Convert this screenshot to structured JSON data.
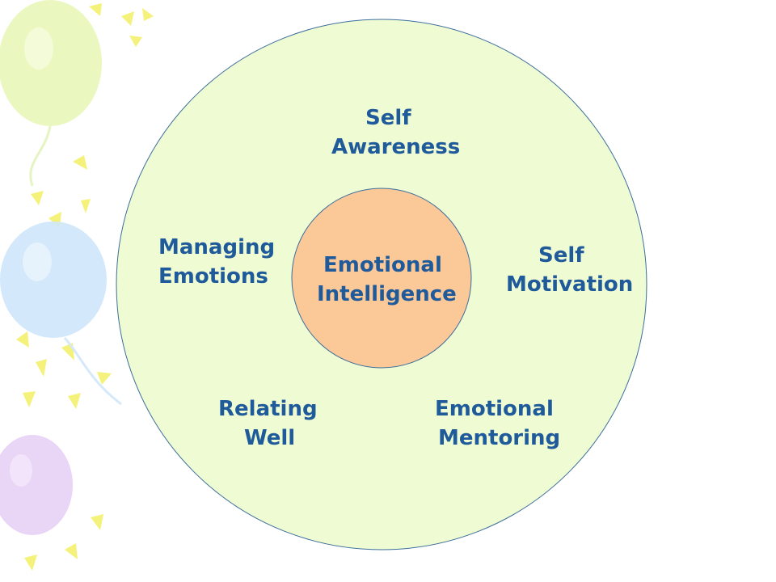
{
  "colors": {
    "outer_circle": "#effbd3",
    "inner_circle": "#fbc898",
    "text": "#1f5a9a",
    "circle_stroke": "#3c6e9c"
  },
  "diagram": {
    "center": {
      "line1": "Emotional",
      "line2": "Intelligence"
    },
    "self_awareness": {
      "line1": "Self",
      "line2": "Awareness"
    },
    "managing_emotions": {
      "line1": "Managing",
      "line2": "Emotions"
    },
    "self_motivation": {
      "line1": "Self",
      "line2": "Motivation"
    },
    "relating_well": {
      "line1": "Relating",
      "line2": "Well"
    },
    "emotional_mentoring": {
      "line1": "Emotional",
      "line2": "Mentoring"
    }
  },
  "decorations": [
    "balloon-green",
    "balloon-blue",
    "balloon-purple",
    "confetti-yellow"
  ]
}
